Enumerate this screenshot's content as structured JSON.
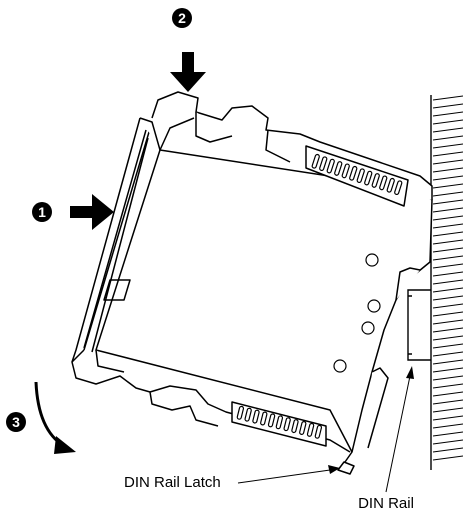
{
  "steps": [
    {
      "number": "1"
    },
    {
      "number": "2"
    },
    {
      "number": "3"
    }
  ],
  "labels": {
    "din_rail_latch": "DIN Rail Latch",
    "din_rail": "DIN Rail"
  },
  "colors": {
    "line": "#000000",
    "background": "#ffffff",
    "badge": "#000000"
  }
}
